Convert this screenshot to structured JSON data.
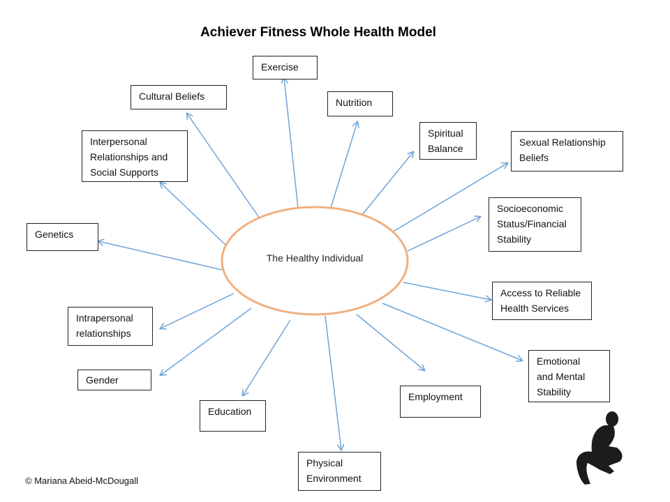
{
  "title": "Achiever Fitness Whole Health Model",
  "center": "The Healthy Individual",
  "factors": {
    "exercise": [
      "Exercise"
    ],
    "cultural": [
      "Cultural Beliefs"
    ],
    "nutrition": [
      "Nutrition"
    ],
    "spiritual": [
      "Spiritual",
      "Balance"
    ],
    "sexual": [
      "Sexual Relationship",
      "Beliefs"
    ],
    "interpersonal": [
      "Interpersonal",
      "Relationships and",
      "Social Supports"
    ],
    "socioeconomic": [
      "Socioeconomic",
      "Status/Financial",
      "Stability"
    ],
    "genetics": [
      "Genetics"
    ],
    "access": [
      "Access to Reliable",
      "Health Services"
    ],
    "intrapersonal": [
      "Intrapersonal",
      "relationships"
    ],
    "emotional": [
      "Emotional",
      "and Mental",
      "Stability"
    ],
    "gender": [
      "Gender"
    ],
    "employment": [
      "Employment"
    ],
    "education": [
      "Education"
    ],
    "physical": [
      "Physical",
      "Environment"
    ]
  },
  "copyright": "© Mariana Abeid-McDougall",
  "colors": {
    "ellipse": "#f0b080",
    "arrow": "#6fa3d6",
    "border": "#222222"
  }
}
